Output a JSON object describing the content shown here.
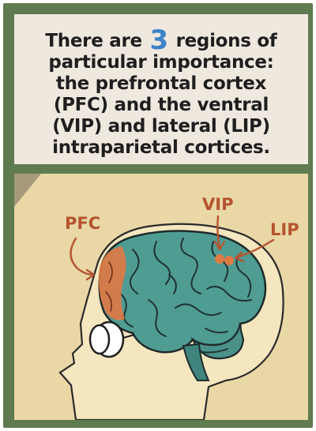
{
  "caption": {
    "line1_before": "There are",
    "number": "3",
    "line1_after": "regions of",
    "line2": "particular importance:",
    "line3": "the prefrontal cortex",
    "line4": "(PFC) and the ventral",
    "line5": "(VIP) and lateral (LIP)",
    "line6": "intraparietal cortices."
  },
  "labels": {
    "pfc": "PFC",
    "vip": "VIP",
    "lip": "LIP"
  },
  "colors": {
    "panel_border": "#5f7b4f",
    "caption_bg": "#efe8df",
    "caption_number": "#3d83c8",
    "scene_bg": "#e9d7a6",
    "brain": "#4f9c93",
    "highlight": "#de7a44",
    "label_text": "#b5542e"
  }
}
